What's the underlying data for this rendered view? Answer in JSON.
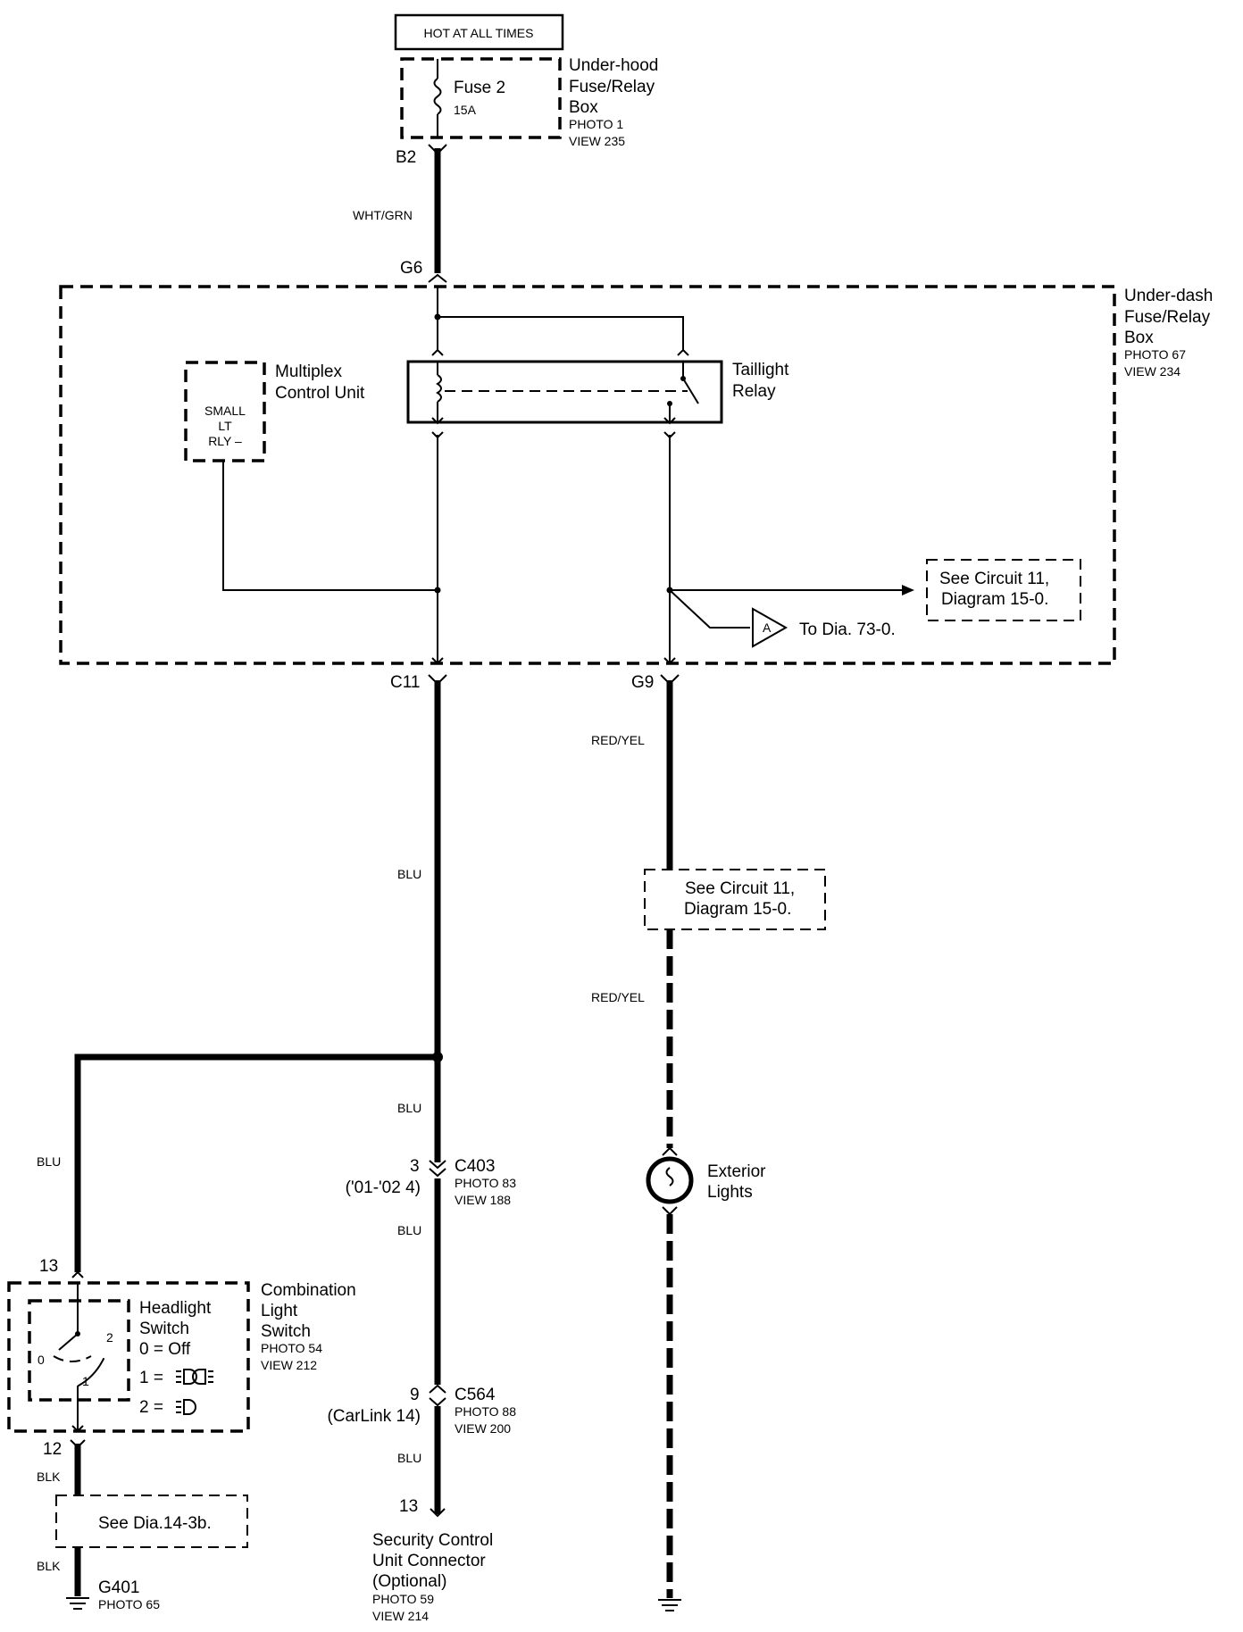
{
  "hot": "HOT AT ALL TIMES",
  "fuse": {
    "name": "Fuse 2",
    "rating": "15A"
  },
  "underhood": {
    "l1": "Under-hood",
    "l2": "Fuse/Relay",
    "l3": "Box",
    "photo": "PHOTO 1",
    "view": "VIEW 235"
  },
  "underdash": {
    "l1": "Under-dash",
    "l2": "Fuse/Relay",
    "l3": "Box",
    "photo": "PHOTO 67",
    "view": "VIEW 234"
  },
  "multiplex": {
    "l1": "Multiplex",
    "l2": "Control Unit",
    "p1": "SMALL",
    "p2": "LT",
    "p3": "RLY –"
  },
  "relay": {
    "l1": "Taillight",
    "l2": "Relay"
  },
  "see_circuit_a": {
    "l1": "See Circuit 11,",
    "l2": "Diagram 15-0."
  },
  "see_circuit_b": {
    "l1": "See Circuit 11,",
    "l2": "Diagram 15-0."
  },
  "to_dia": {
    "badge": "A",
    "text": "To Dia. 73-0."
  },
  "terminals": {
    "b2": "B2",
    "g6": "G6",
    "c11": "C11",
    "g9": "G9",
    "t13a": "13",
    "t12": "12",
    "t3": "3",
    "t9": "9",
    "t13b": "13",
    "sw0": "0",
    "sw1": "1",
    "sw2": "2"
  },
  "wires": {
    "wht_grn": "WHT/GRN",
    "red_yel_1": "RED/YEL",
    "red_yel_2": "RED/YEL",
    "blu_1": "BLU",
    "blu_2": "BLU",
    "blu_3": "BLU",
    "blu_4": "BLU",
    "blu_left": "BLU",
    "blk_1": "BLK",
    "blk_2": "BLK"
  },
  "c403": {
    "name": "C403",
    "note": "('01-'02 4)",
    "photo": "PHOTO 83",
    "view": "VIEW 188"
  },
  "c564": {
    "name": "C564",
    "note": "(CarLink 14)",
    "photo": "PHOTO 88",
    "view": "VIEW 200"
  },
  "exterior": {
    "l1": "Exterior",
    "l2": "Lights"
  },
  "combo": {
    "l1": "Combination",
    "l2": "Light",
    "l3": "Switch",
    "photo": "PHOTO 54",
    "view": "VIEW 212"
  },
  "headlight": {
    "l1": "Headlight",
    "l2": "Switch",
    "s0": "0 = Off",
    "s1": "1 =",
    "s2": "2 ="
  },
  "see_dia": "See Dia.14-3b.",
  "g401": {
    "name": "G401",
    "photo": "PHOTO 65"
  },
  "security": {
    "l1": "Security Control",
    "l2": "Unit Connector",
    "l3": "(Optional)",
    "photo": "PHOTO 59",
    "view": "VIEW 214"
  }
}
